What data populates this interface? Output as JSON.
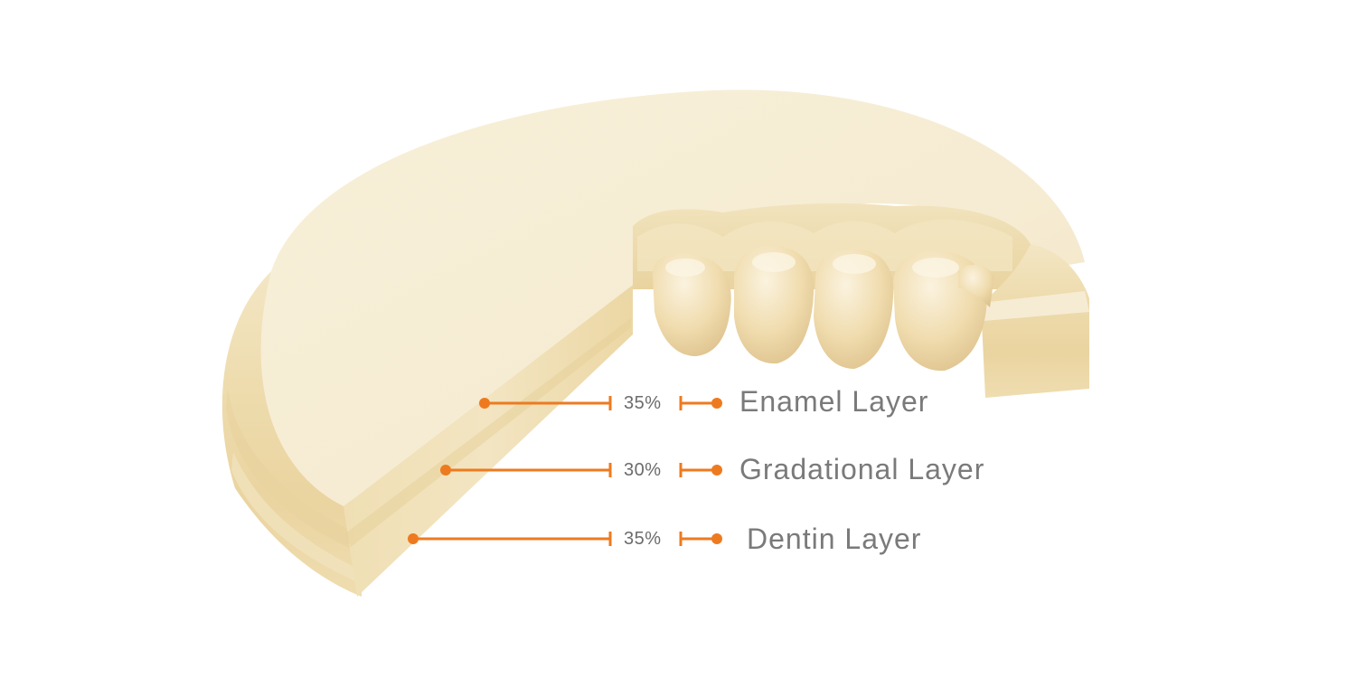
{
  "colors": {
    "accent": "#ee7a1f",
    "label_text": "#7a7a7a",
    "percent_text": "#6b6b6b",
    "disc_top": "#f5ecd2",
    "disc_side": "#ecd9a9",
    "tooth": "#efdcaa"
  },
  "layers": [
    {
      "name": "enamel",
      "percent": "35%",
      "label": "Enamel Layer"
    },
    {
      "name": "gradational",
      "percent": "30%",
      "label": "Gradational Layer"
    },
    {
      "name": "dentin",
      "percent": "35%",
      "label": "Dentin Layer"
    }
  ],
  "illustration": {
    "subject": "multilayer-zirconia-disc-with-milled-bridge"
  }
}
